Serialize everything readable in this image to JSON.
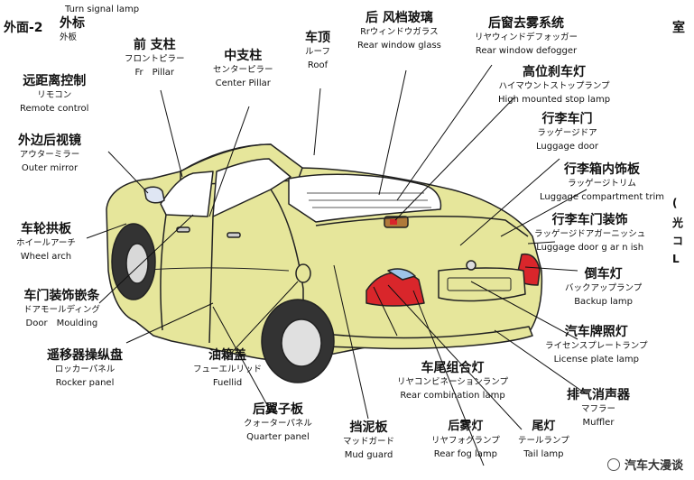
{
  "header": {
    "title": "外面-2",
    "right_edge_char": "室"
  },
  "side_chars": [
    "(",
    "光",
    "コ",
    "L"
  ],
  "watermark": "汽车大漫谈",
  "labels": {
    "turn_signal": {
      "en": "Turn signal lamp"
    },
    "outer_trim": {
      "zh": "外标",
      "ja": "外板"
    },
    "front_pillar": {
      "zh": "前 支柱",
      "ja": "フロントピラー",
      "en": "Fr　Pillar"
    },
    "center_pillar": {
      "zh": "中支柱",
      "ja": "センターピラー",
      "en": "Center Pillar"
    },
    "roof": {
      "zh": "车顶",
      "ja": "ルーフ",
      "en": "Roof"
    },
    "rear_window": {
      "zh": "后 风档玻璃",
      "ja": "Rrウィンドウガラス",
      "en": "Rear window glass"
    },
    "defogger": {
      "zh": "后窗去雾系统",
      "ja": "リヤウィンドデフォッガー",
      "en": "Rear window defogger"
    },
    "stop_lamp": {
      "zh": "高位刹车灯",
      "ja": "ハイマウントストップランプ",
      "en": "High mounted stop lamp"
    },
    "luggage_door": {
      "zh": "行李车门",
      "ja": "ラッゲージドア",
      "en": "Luggage door"
    },
    "luggage_trim": {
      "zh": "行李箱内饰板",
      "ja": "ラッゲージトリム",
      "en": "Luggage compartment trim"
    },
    "luggage_garnish": {
      "zh": "行李车门装饰",
      "ja": "ラッゲージドアガーニッシュ",
      "en": "Luggage door g ar n ish"
    },
    "backup_lamp": {
      "zh": "倒车灯",
      "ja": "バックアップランプ",
      "en": "Backup lamp"
    },
    "license_lamp": {
      "zh": "汽车牌照灯",
      "ja": "ライセンスプレートランプ",
      "en": "License plate lamp"
    },
    "muffler": {
      "zh": "排气消声器",
      "ja": "マフラー",
      "en": "Muffler"
    },
    "tail_lamp": {
      "zh": "尾灯",
      "ja": "テールランプ",
      "en": "Tail lamp"
    },
    "rear_fog": {
      "zh": "后雾灯",
      "ja": "リヤフォグランプ",
      "en": "Rear fog lamp"
    },
    "mud_guard": {
      "zh": "挡泥板",
      "ja": "マッドガード",
      "en": "Mud guard"
    },
    "quarter_panel": {
      "zh": "后翼子板",
      "ja": "クォーターパネル",
      "en": "Quarter panel"
    },
    "rear_combination": {
      "zh": "车尾组合灯",
      "ja": "リヤコンビネーションランプ",
      "en": "Rear combination lamp"
    },
    "fuel_lid": {
      "zh": "油箱盖",
      "ja": "フューエルリッド",
      "en": "Fuellid"
    },
    "rocker_panel": {
      "zh": "遥移器操纵盘",
      "ja": "ロッカーパネル",
      "en": "Rocker panel"
    },
    "door_moulding": {
      "zh": "车门装饰嵌条",
      "ja": "ドアモールディング",
      "en": "Door　Moulding"
    },
    "wheel_arch": {
      "zh": "车轮拱板",
      "ja": "ホイールアーチ",
      "en": "Wheel arch"
    },
    "outer_mirror": {
      "zh": "外边后视镜",
      "ja": "アウターミラー",
      "en": "Outer mirror"
    },
    "remote_control": {
      "zh": "远距离控制",
      "ja": "リモコン",
      "en": "Remote control"
    }
  },
  "colors": {
    "body": "#e6e69b",
    "outline": "#222222",
    "lamp_red": "#d9262b",
    "wheel": "#333333"
  }
}
